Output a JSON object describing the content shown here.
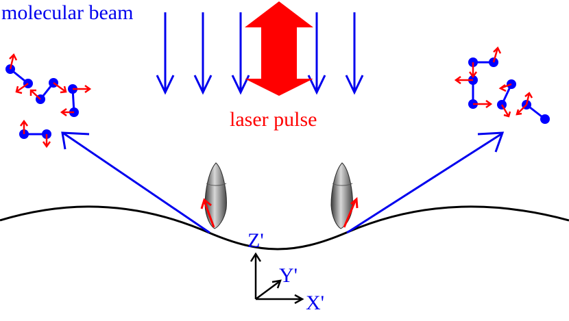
{
  "labels": {
    "molecular_beam": "molecular beam",
    "laser_pulse": "laser pulse",
    "axis_z": "Z'",
    "axis_y": "Y'",
    "axis_x": "X'"
  },
  "colors": {
    "beam": "#0000ee",
    "laser": "#ff0000",
    "surface": "#000000",
    "atom": "#0000ff",
    "motion_arrow": "#ff0000",
    "molecule_body": "#8a8a8a"
  }
}
